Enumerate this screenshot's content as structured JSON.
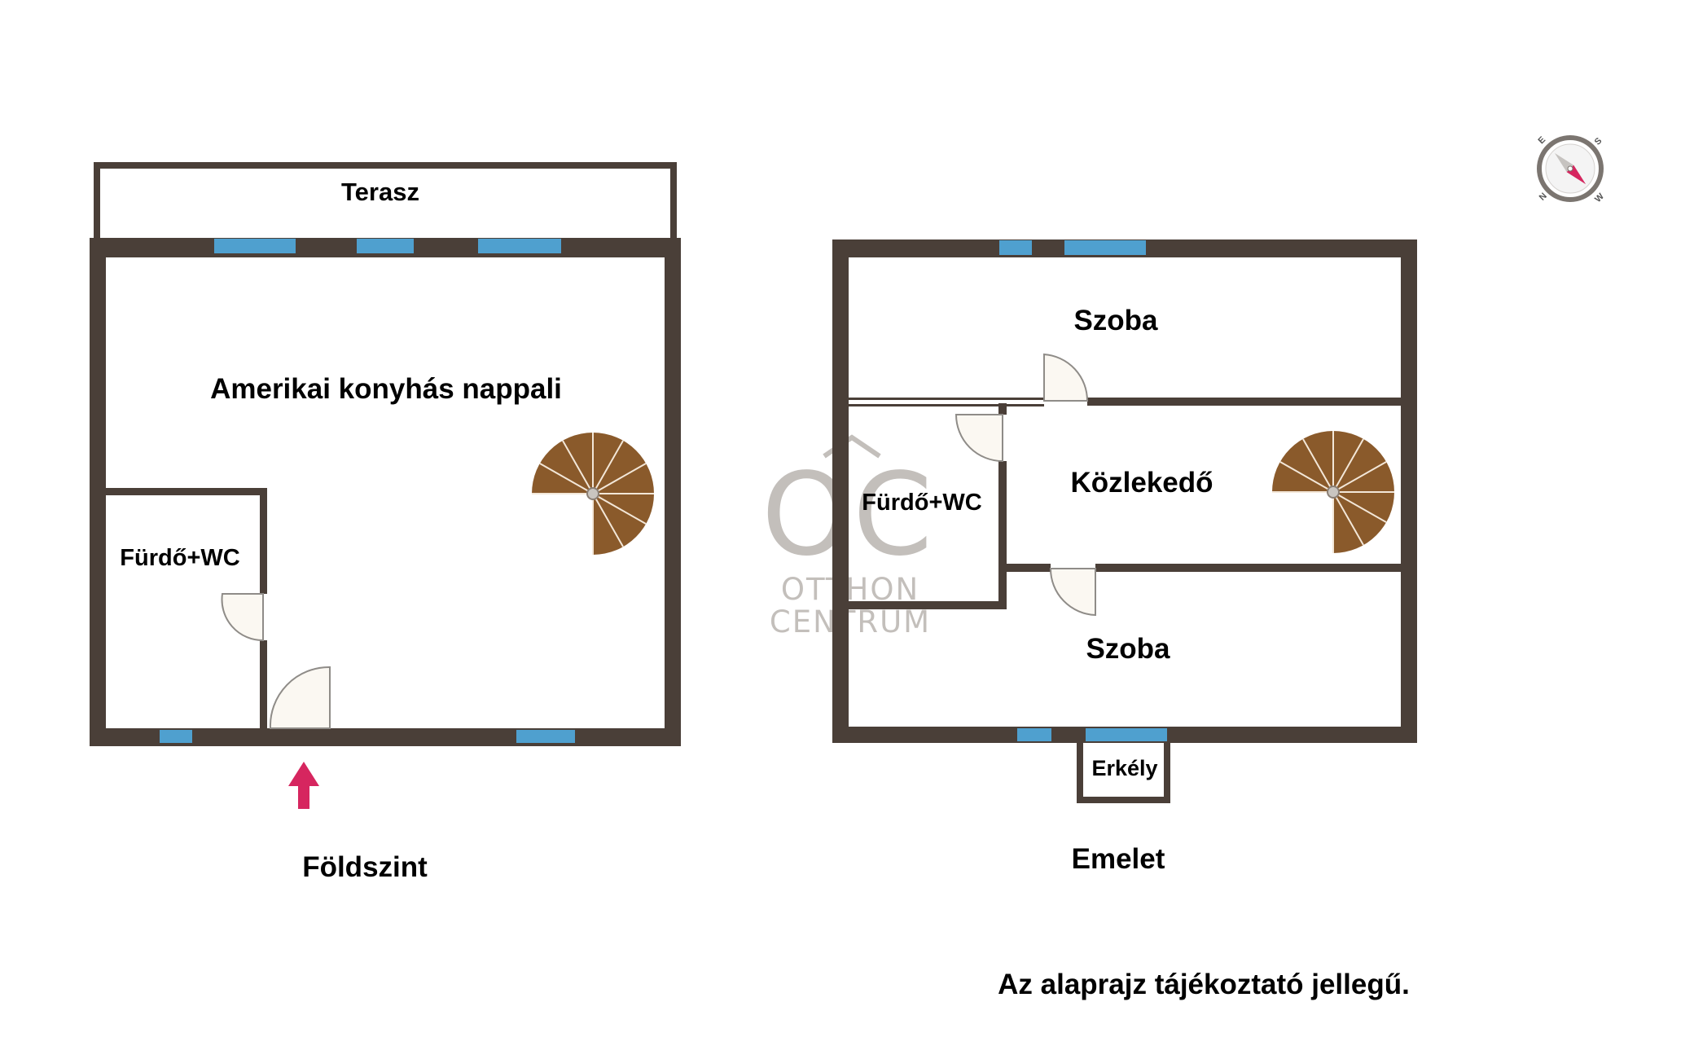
{
  "colors": {
    "wall": "#4a3f38",
    "window": "#4fa0cf",
    "door_fill": "#fbf8f2",
    "door_stroke": "#8f8c88",
    "stair": "#8a5a2b",
    "entrance_arrow": "#d6265f",
    "watermark": "#b9b4b0",
    "compass_needle": "#d6265f"
  },
  "ground_floor": {
    "caption": "Földszint",
    "rooms": {
      "terrace": "Terasz",
      "living": "Amerikai konyhás nappali",
      "bathroom": "Fürdő+WC"
    }
  },
  "upper_floor": {
    "caption": "Emelet",
    "rooms": {
      "room_top": "Szoba",
      "bathroom": "Fürdő+WC",
      "corridor": "Közlekedő",
      "room_bottom": "Szoba",
      "balcony": "Erkély"
    }
  },
  "watermark": {
    "logo": "OC",
    "line1": "OTTHON",
    "line2": "CENTRUM"
  },
  "compass": {
    "icon": "compass-icon",
    "letters": [
      "E",
      "S",
      "N",
      "W"
    ]
  },
  "disclaimer": "Az alaprajz tájékoztató jellegű."
}
